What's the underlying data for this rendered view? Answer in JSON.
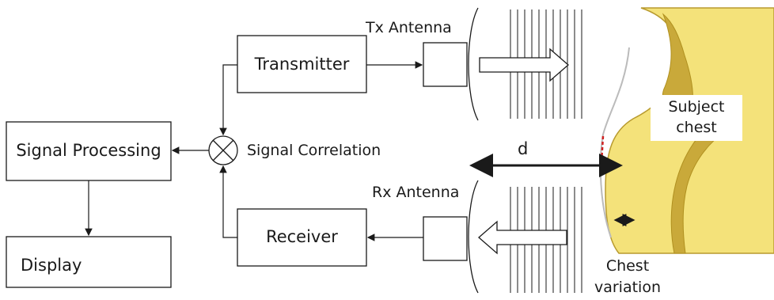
{
  "blocks": {
    "transmitter": "Transmitter",
    "receiver": "Receiver",
    "signal_processing": "Signal Processing",
    "display": "Display"
  },
  "labels": {
    "tx_antenna": "Tx Antenna",
    "rx_antenna": "Rx Antenna",
    "signal_correlation": "Signal Correlation",
    "distance": "d",
    "subject_chest_line1": "Subject",
    "subject_chest_line2": "chest",
    "chest_variation_line1": "Chest",
    "chest_variation_line2": "variation"
  },
  "colors": {
    "line": "#1a1a1a",
    "body_fill": "#f4e27a",
    "body_dark": "#c9a93a",
    "body_edge": "#b89a2e",
    "chest_marker": "#d02020"
  }
}
